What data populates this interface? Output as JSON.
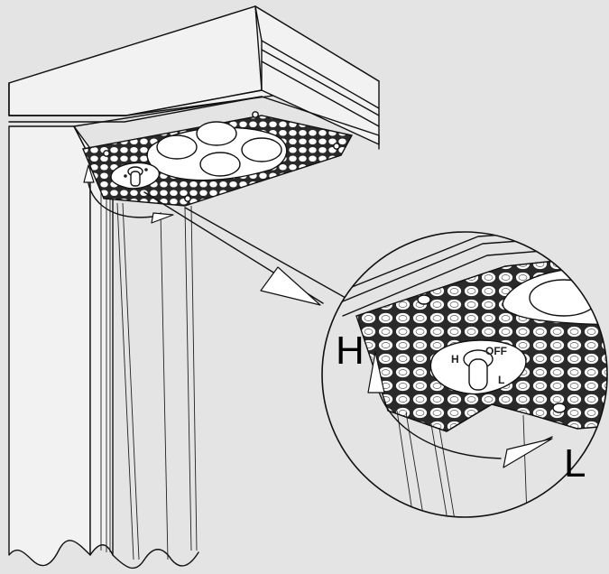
{
  "labels": {
    "high": "H",
    "low": "L",
    "knob_off": "OFF",
    "knob_h": "H",
    "knob_l": "L"
  },
  "colors": {
    "background": "#e4e4e4",
    "line": "#111111",
    "panel": "#ffffff"
  }
}
